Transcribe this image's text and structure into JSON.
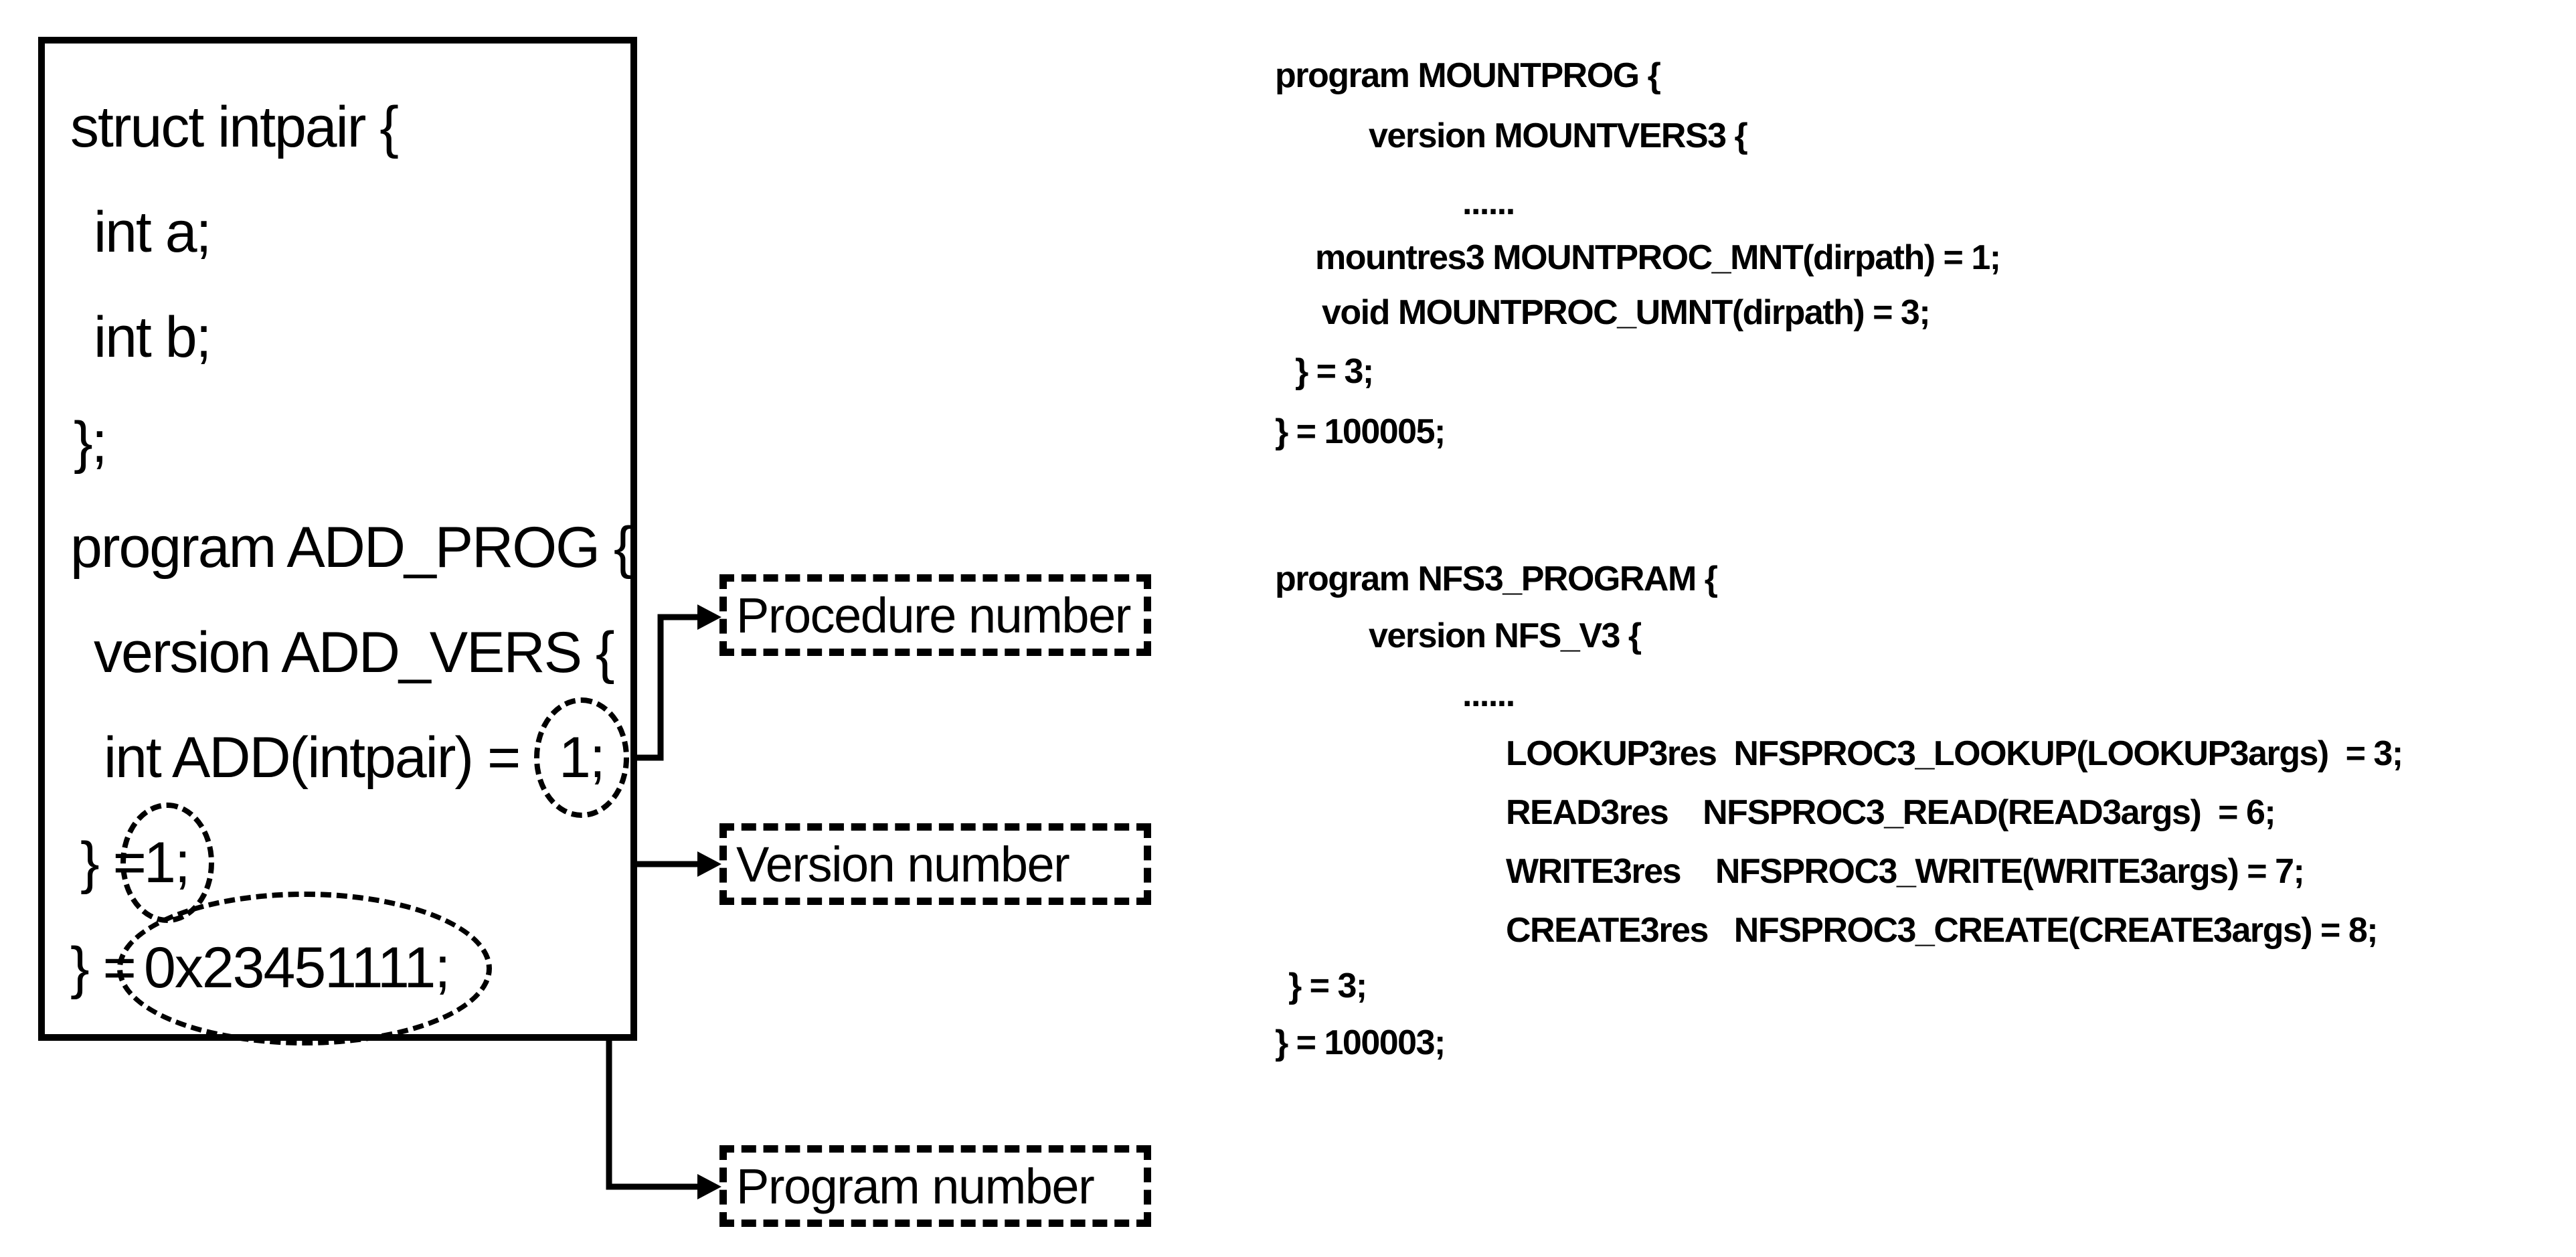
{
  "diagram": {
    "left_box": {
      "lines": [
        {
          "text": "struct intpair {"
        },
        {
          "text": "int a;"
        },
        {
          "text": "int b;"
        },
        {
          "text": "};"
        },
        {
          "text": "program ADD_PROG {"
        },
        {
          "text": "version ADD_VERS {"
        },
        {
          "text": "int ADD(intpair) =",
          "circled_value": "1;"
        },
        {
          "text": "} =",
          "circled_value": "1;"
        },
        {
          "text": "} =",
          "circled_value": "0x23451111;"
        }
      ]
    },
    "labels": {
      "procedure": "Procedure number",
      "version": "Version number",
      "program": "Program number"
    },
    "mount_block": {
      "lines": [
        "program MOUNTPROG {",
        "version MOUNTVERS3 {",
        "......",
        "mountres3 MOUNTPROC_MNT(dirpath) = 1;",
        "void MOUNTPROC_UMNT(dirpath) = 3;",
        "} = 3;",
        "} = 100005;"
      ]
    },
    "nfs_block": {
      "lines": [
        "program NFS3_PROGRAM {",
        "version NFS_V3 {",
        "......",
        "LOOKUP3res  NFSPROC3_LOOKUP(LOOKUP3args)  = 3;",
        "READ3res    NFSPROC3_READ(READ3args)  = 6;",
        "WRITE3res    NFSPROC3_WRITE(WRITE3args) = 7;",
        "CREATE3res   NFSPROC3_CREATE(CREATE3args) = 8;",
        "} = 3;",
        "} = 100003;"
      ]
    },
    "colors": {
      "ink": "#000000",
      "background": "#ffffff"
    }
  }
}
